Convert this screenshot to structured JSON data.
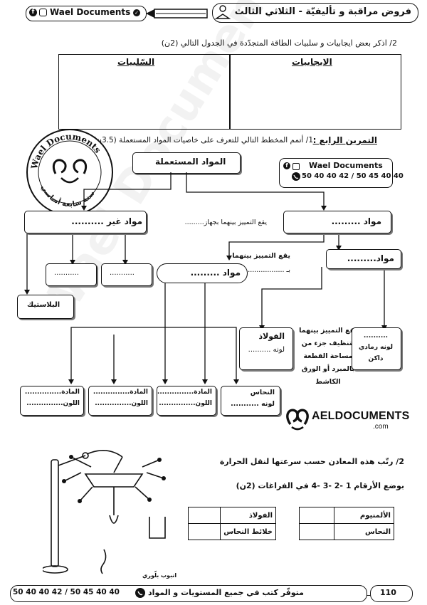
{
  "header": {
    "brand": "Wael Documents",
    "title": "فروض مراقبة و تأليفيّة - الثلاثي الثالث"
  },
  "q2": {
    "text": "2/ اذكر بعض ايجابيات و سلبيات  الطاقة المتجدّدة في الجدول التالي (2ن)",
    "col_negatives": "السّلبيات",
    "col_positives": "الايجابيات"
  },
  "ex4": {
    "heading": "التمرين الرابع :",
    "text": "1/ أتمم المخطط التالي للتعرف على خاصيات المواد المستعملة (3.5ن)"
  },
  "stamp": {
    "top": "Wael Documents",
    "bottom": "سنة سابعة أساسي"
  },
  "contact": {
    "brand": "Wael Documents",
    "phones": "50 40 40 42 / 50 45 40 40"
  },
  "diagram": {
    "root": "المواد المستعملة",
    "left": "مواد غير ..........",
    "right": "مواد .........",
    "mid_note": "يقع التمييز بينهما بجهاز.........",
    "mid_box": "مواد .........",
    "mid_box_note": "يقع التمييز بينهما",
    "mid_box_note2": "بـ .................",
    "small_right": "مواد.........",
    "plastic": "البلاستيك",
    "left_sub1": "...........",
    "left_sub2": "...........",
    "iron_title": "الفولاذ",
    "iron_color": "لونه ..........",
    "distinguish": [
      "يقع التمييز بينهما",
      "بتنظيف جزء من",
      "مساحة القطعة",
      "بالمبرد أو الورق",
      "الكاشط"
    ],
    "grey": [
      "..........",
      "لونه رمادي",
      "داكن"
    ],
    "copper_title": "النحاس",
    "copper_color": "لونه ...........",
    "material_label": "المادة...............",
    "color_label": "اللون..............."
  },
  "logo": {
    "name": "AELDOCUMENTS",
    "sub": ".com"
  },
  "q3": {
    "line1": "2/ رتّب هذه المعادن حسب سرعتها لنقل الحرارة",
    "line2": "بوضع الأرقام 1 -2 -3 -4 في الفراغات (2ن)",
    "table_right": [
      "الألمنيوم",
      "النحاس"
    ],
    "table_left": [
      "الفولاذ",
      "خلائط النحاس"
    ],
    "tube_label": "انبوب بلّوري"
  },
  "footer": {
    "page": "110",
    "text": "متوفّر كتب في جميع المستويات و المواد",
    "phones": "50 40 40 42 / 50 45 40 40"
  },
  "watermark": "Wael Documents"
}
